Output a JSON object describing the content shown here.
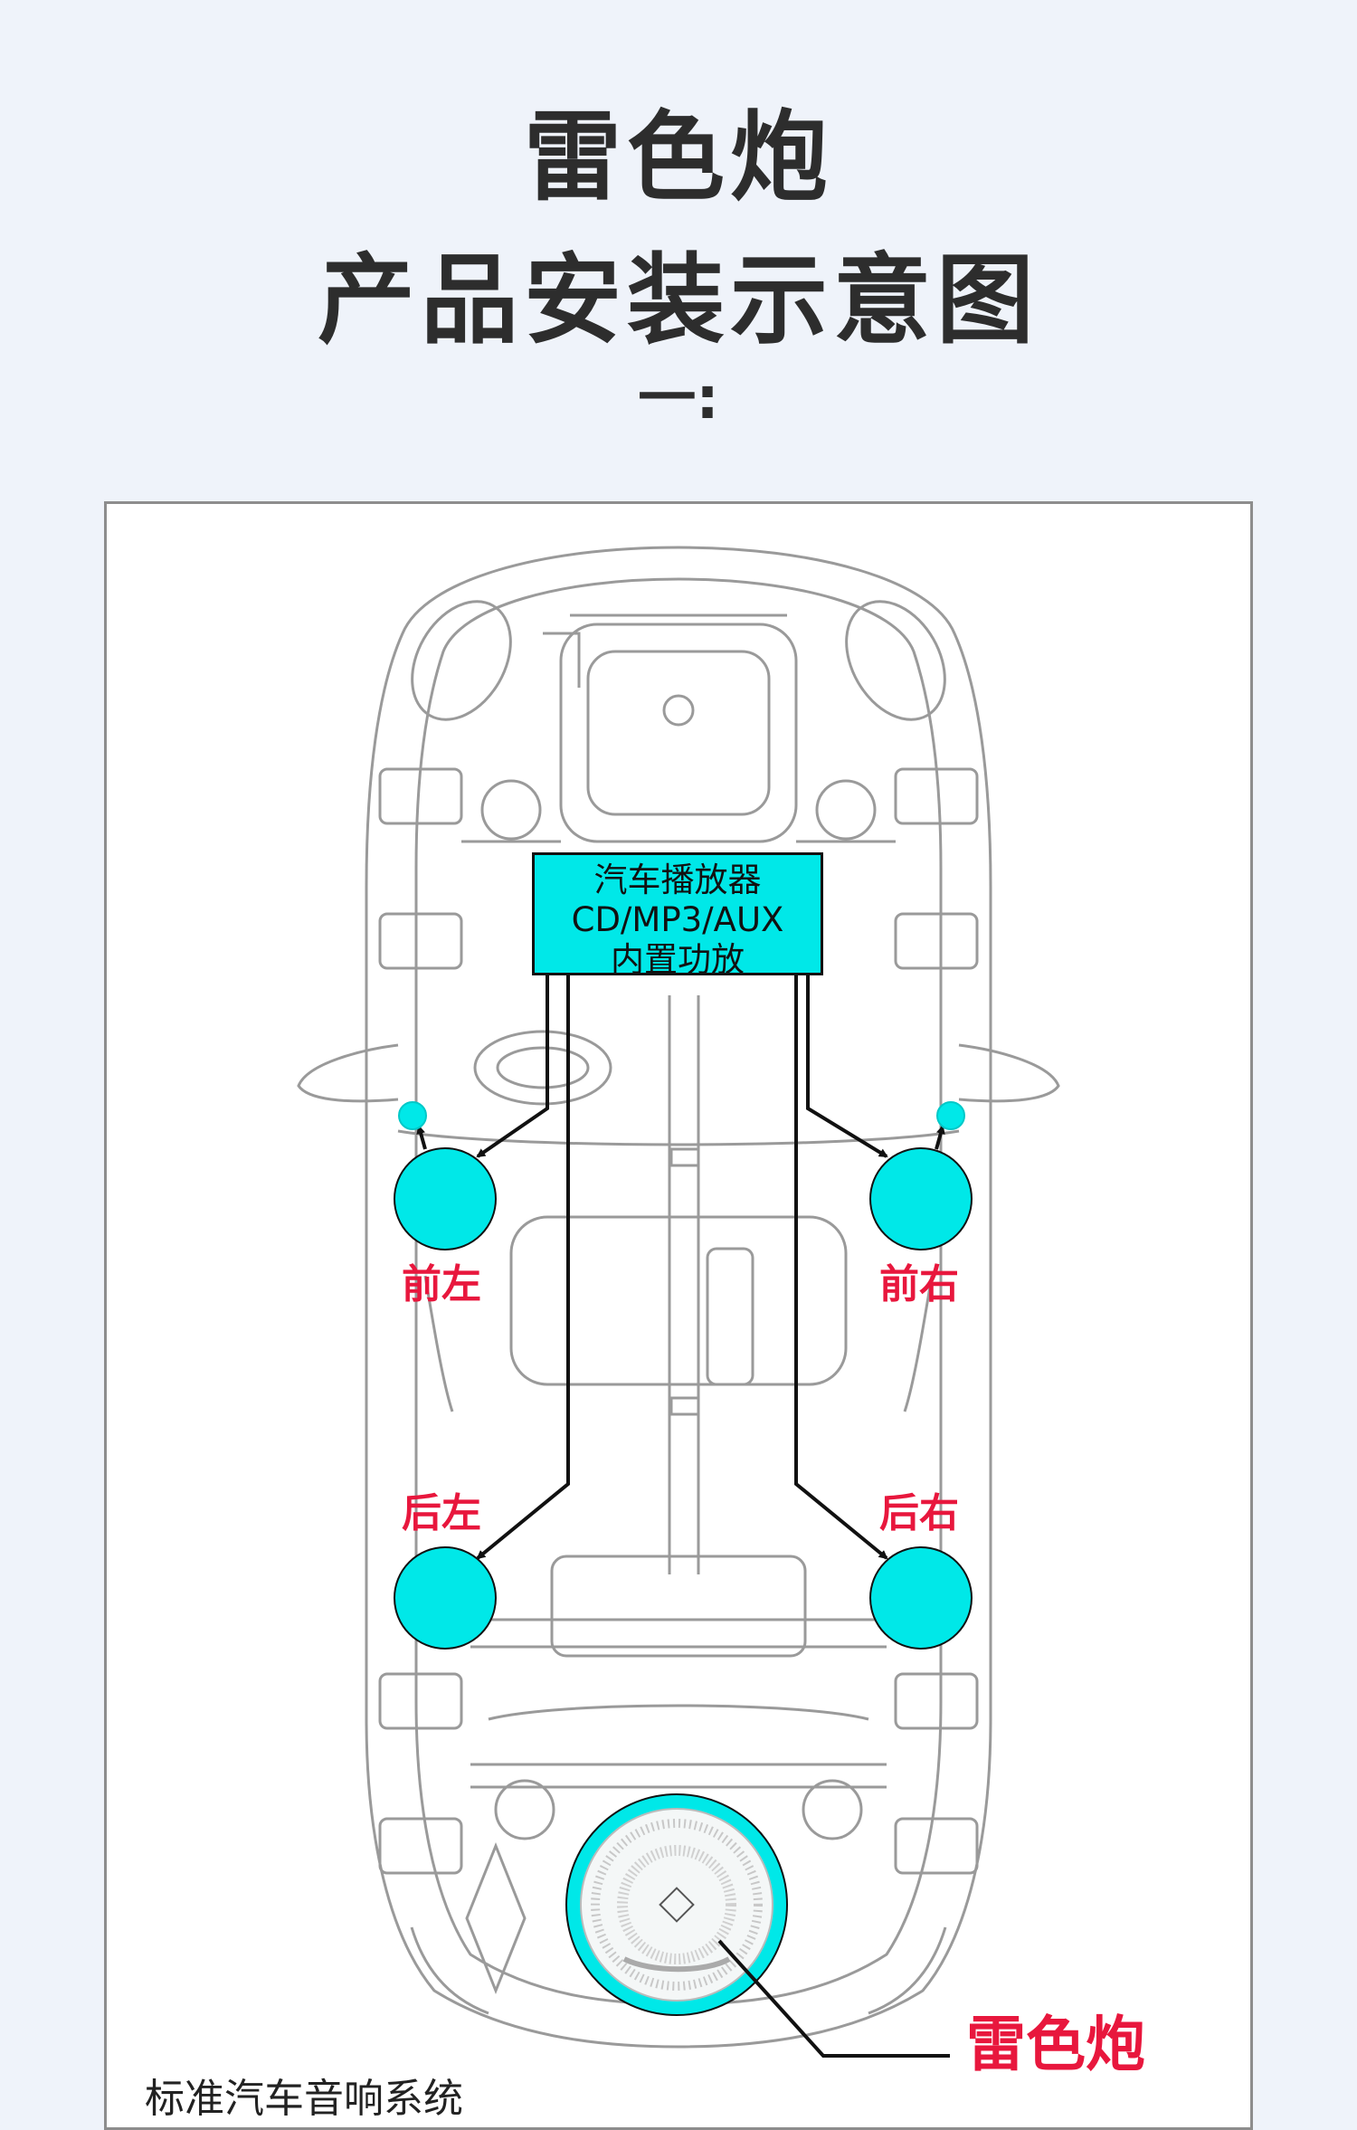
{
  "header": {
    "title_line1": "雷色炮",
    "title_line2": "产品安装示意图",
    "section_number": "一:"
  },
  "player": {
    "line1": "汽车播放器",
    "line2": "CD/MP3/AUX",
    "line3": "内置功放"
  },
  "speakers": {
    "front_left": "前左",
    "front_right": "前右",
    "rear_left": "后左",
    "rear_right": "后右"
  },
  "subwoofer": {
    "label": "雷色炮"
  },
  "footer": {
    "text": "标准汽车音响系统"
  },
  "colors": {
    "background": "#eff3fa",
    "speaker_fill": "#00e8e8",
    "label_red": "#e8173d",
    "text_dark": "#2d2d2d"
  }
}
